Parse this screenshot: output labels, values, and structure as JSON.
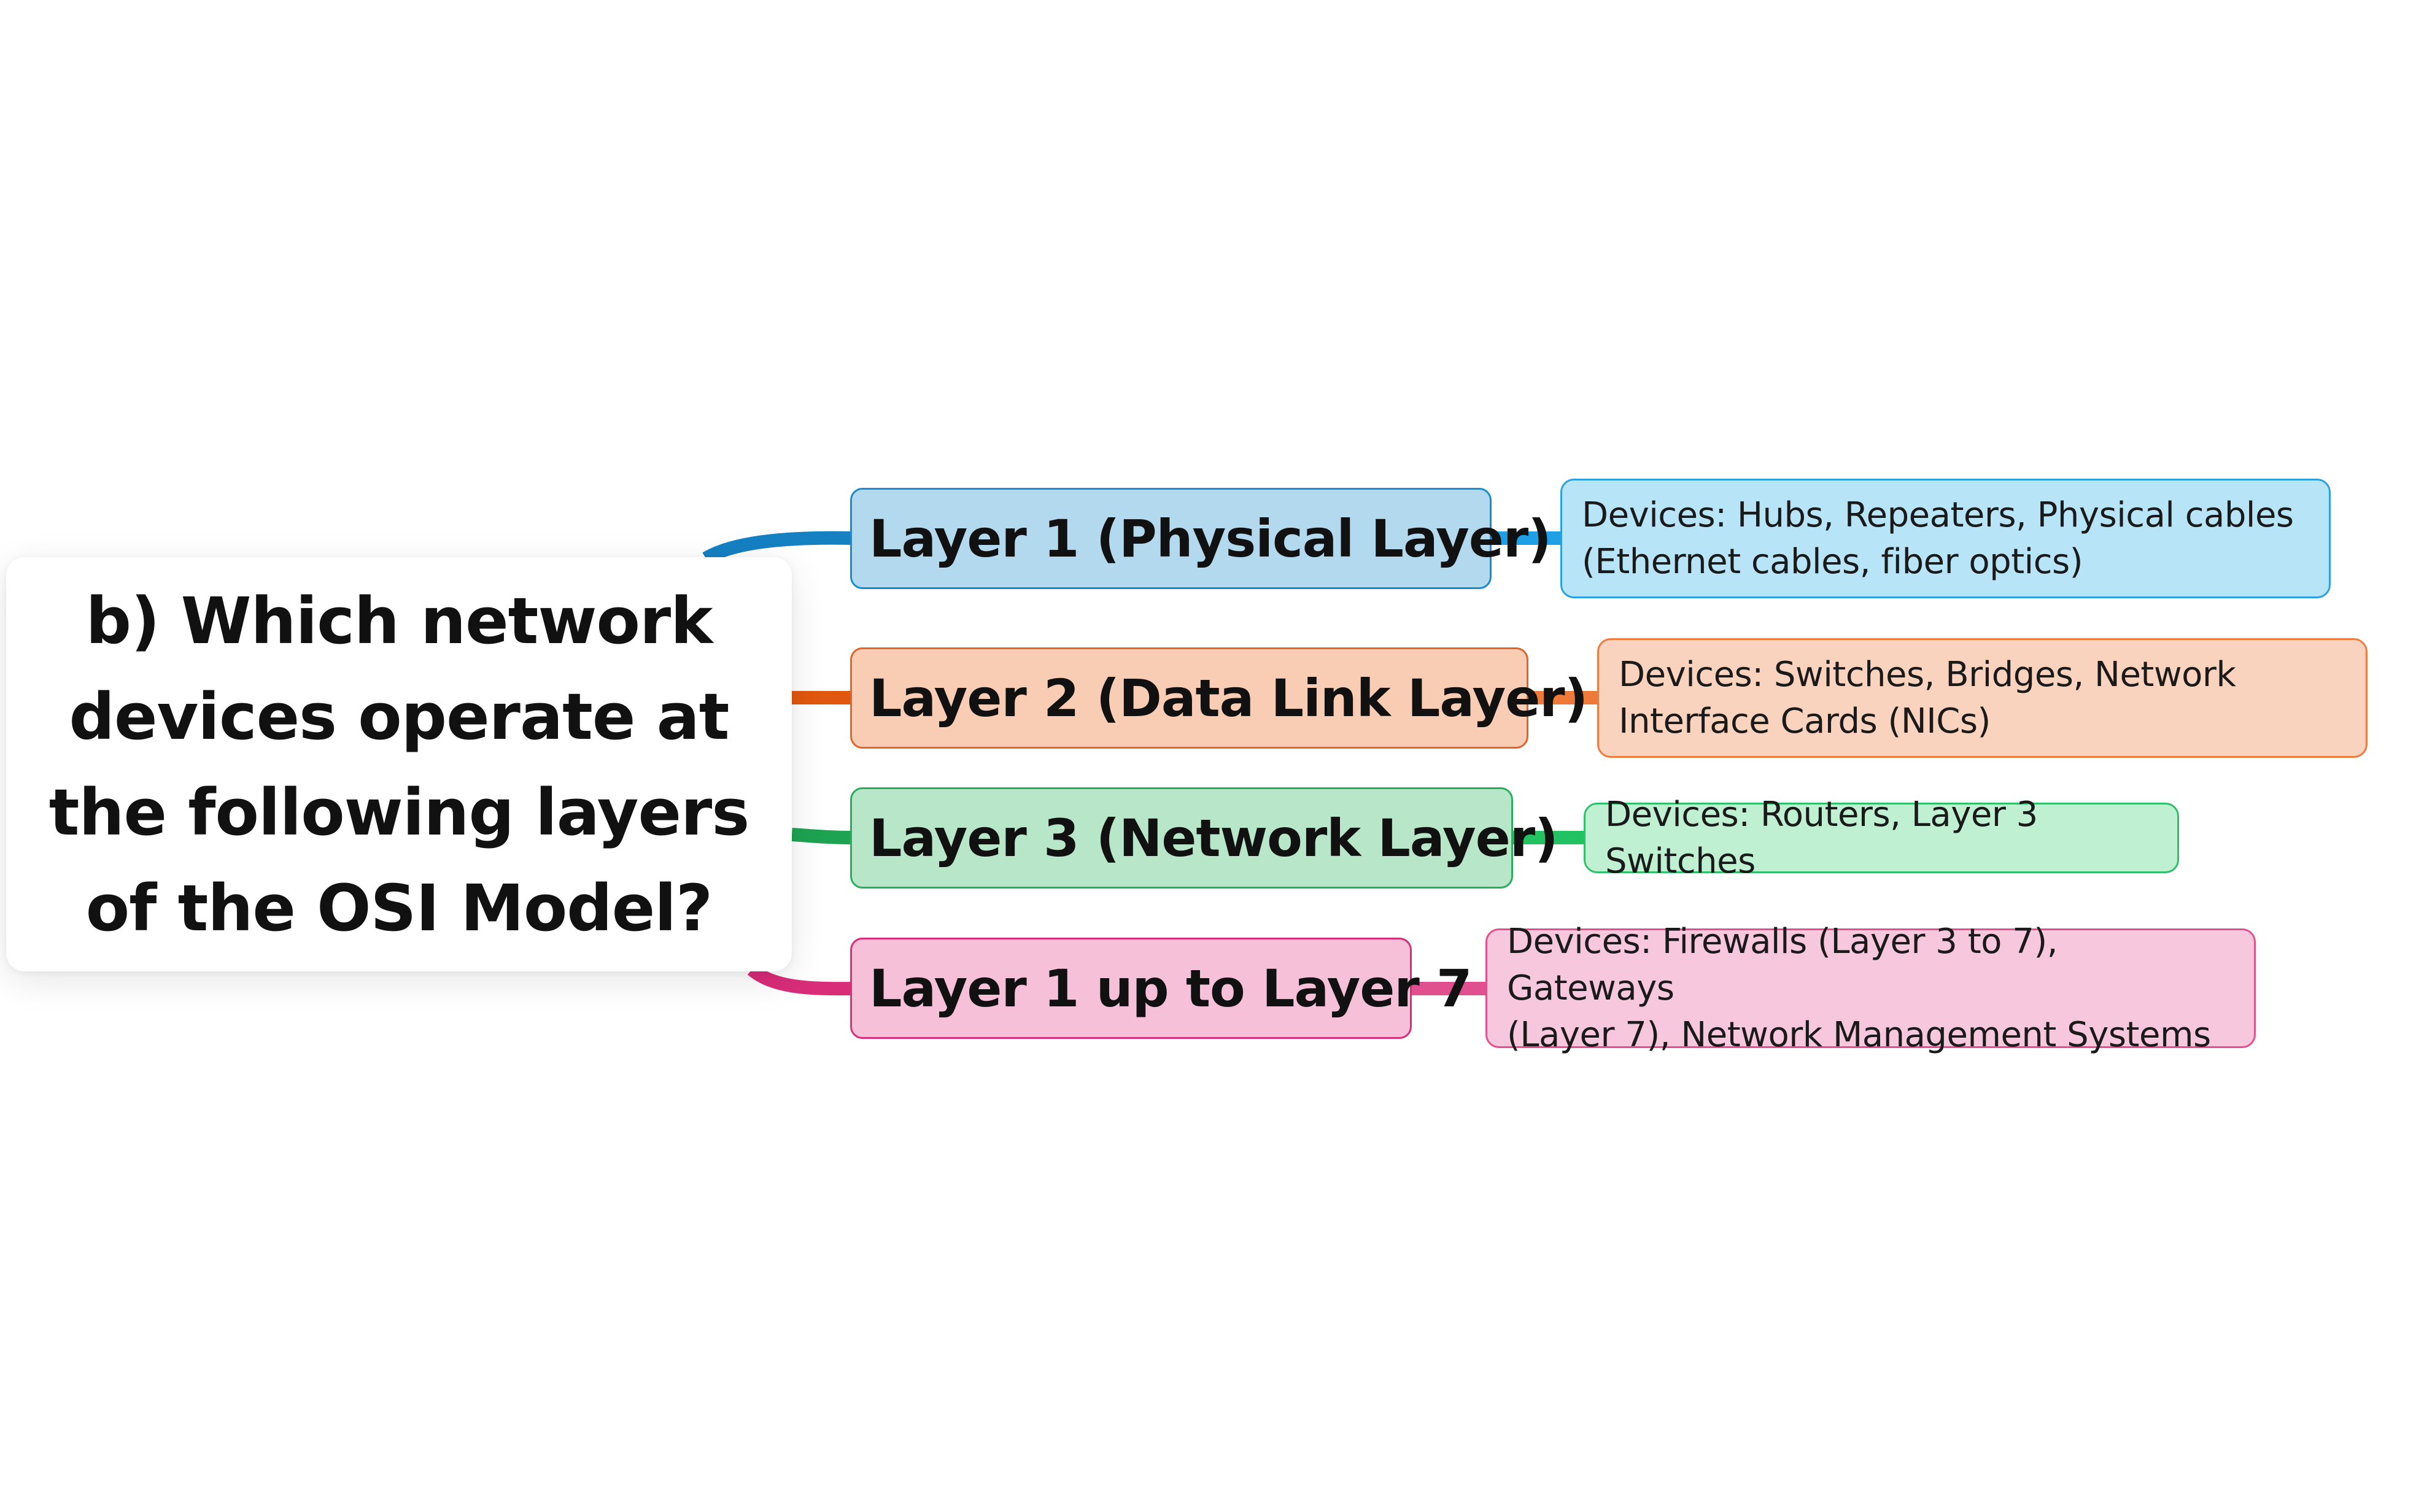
{
  "central_topic": {
    "title": "b) Which network devices operate at the following layers of the OSI Model?"
  },
  "branches": [
    {
      "label": "Layer 1 (Physical Layer)",
      "devices": "Devices: Hubs, Repeaters, Physical cables\n(Ethernet cables, fiber optics)",
      "colors": {
        "fill": "#b3d9ef",
        "border": "#1a8ccc",
        "line": "#1580c2",
        "device_fill": "#b8e4f8",
        "device_border": "#2aa2e0",
        "device_line": "#1ea0e6"
      }
    },
    {
      "label": "Layer 2 (Data Link Layer)",
      "devices": "Devices: Switches, Bridges, Network\nInterface Cards (NICs)",
      "colors": {
        "fill": "#f8cdb4",
        "border": "#e0652a",
        "line": "#e0580f",
        "device_fill": "#fad3bf",
        "device_border": "#ed7b3d",
        "device_line": "#ee7a3a"
      }
    },
    {
      "label": "Layer 3 (Network Layer)",
      "devices": "Devices: Routers, Layer 3 Switches",
      "colors": {
        "fill": "#b8e6c9",
        "border": "#2aad5c",
        "line": "#1ea352",
        "device_fill": "#bff0d2",
        "device_border": "#2fc16a",
        "device_line": "#22c262"
      }
    },
    {
      "label": "Layer 1 up to Layer 7",
      "devices": "Devices: Firewalls (Layer 3 to 7), Gateways\n(Layer 7), Network Management Systems",
      "colors": {
        "fill": "#f6c0d8",
        "border": "#d6307a",
        "line": "#d92d7a",
        "device_fill": "#f7c8dd",
        "device_border": "#e2508f",
        "device_line": "#e0508f"
      }
    }
  ]
}
